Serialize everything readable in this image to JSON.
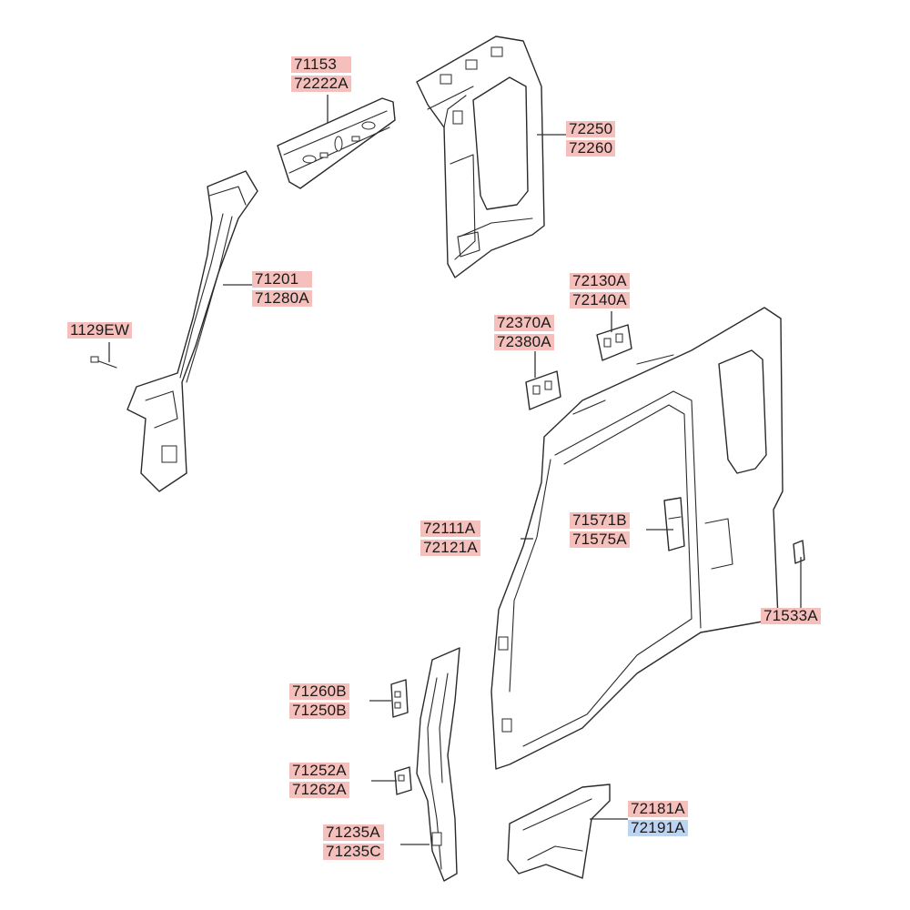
{
  "colors": {
    "label_highlight": "#f5c0bc",
    "label_highlight_alt": "#bcd4f2",
    "line": "#2a2a2a"
  },
  "callouts": {
    "roof_rail": [
      "71153",
      "72222A"
    ],
    "rear_panel": [
      "72250",
      "72260"
    ],
    "front_pillar": [
      "71201",
      "71280A"
    ],
    "bolt": [
      "1129EW"
    ],
    "bracket_upper": [
      "72130A",
      "72140A"
    ],
    "bracket_lower": [
      "72370A",
      "72380A"
    ],
    "side_outer": [
      "72111A",
      "72121A"
    ],
    "inner_reinforcement": [
      "71571B",
      "71575A"
    ],
    "small_bracket_right": [
      "71533A"
    ],
    "hinge_upper": [
      "71260B",
      "71250B"
    ],
    "hinge_lower": [
      "71252A",
      "71262A"
    ],
    "center_pillar": [
      "71235A",
      "71235C"
    ],
    "sill_panel": [
      "72181A",
      "72191A"
    ]
  }
}
